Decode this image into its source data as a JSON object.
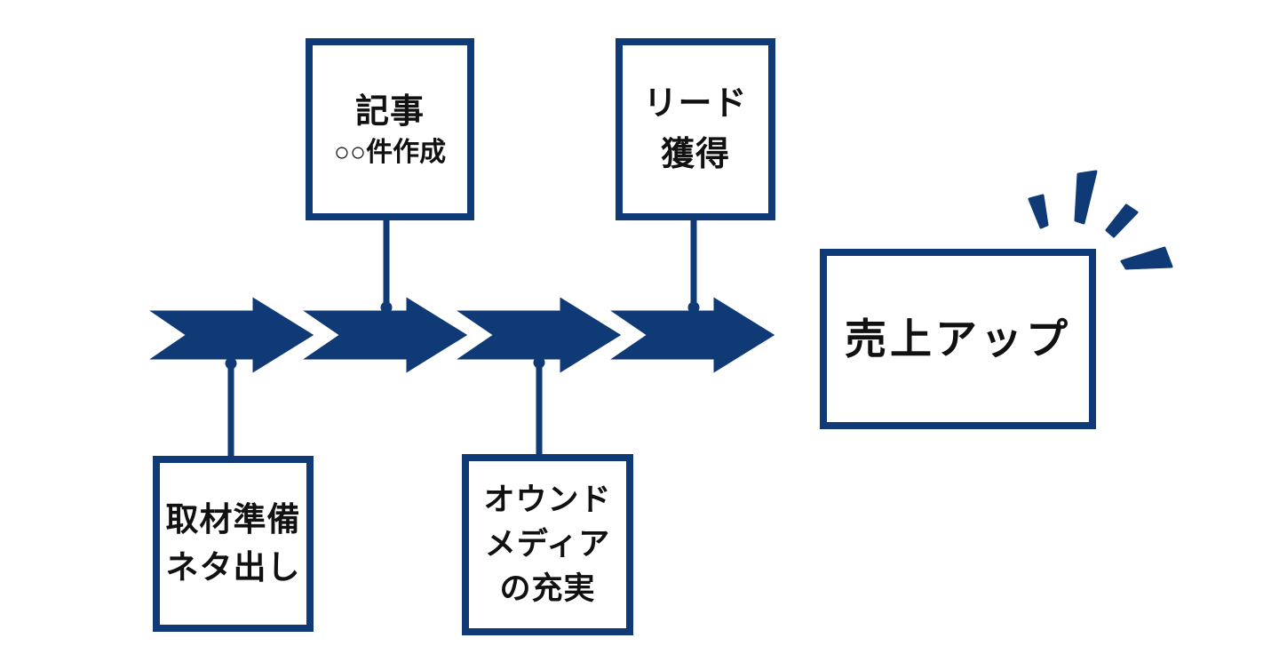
{
  "colors": {
    "accent": "#0f3a76",
    "ink": "#111111",
    "bg": "#ffffff"
  },
  "nodes": {
    "article": {
      "lines": [
        "記事",
        "○○件作成"
      ]
    },
    "lead": {
      "lines": [
        "リード",
        "獲得"
      ]
    },
    "prep": {
      "lines": [
        "取材準備",
        "ネタ出し"
      ]
    },
    "media": {
      "lines": [
        "オウンド",
        "メディア",
        "の充実"
      ]
    },
    "sales": {
      "label": "売上アップ"
    }
  },
  "flow": {
    "arrow_count": 4,
    "direction": "left-to-right",
    "sequence": [
      "取材準備 ネタ出し",
      "記事 ○○件作成",
      "オウンドメディアの充実",
      "リード獲得",
      "売上アップ"
    ],
    "burst_mark_count": 4
  }
}
